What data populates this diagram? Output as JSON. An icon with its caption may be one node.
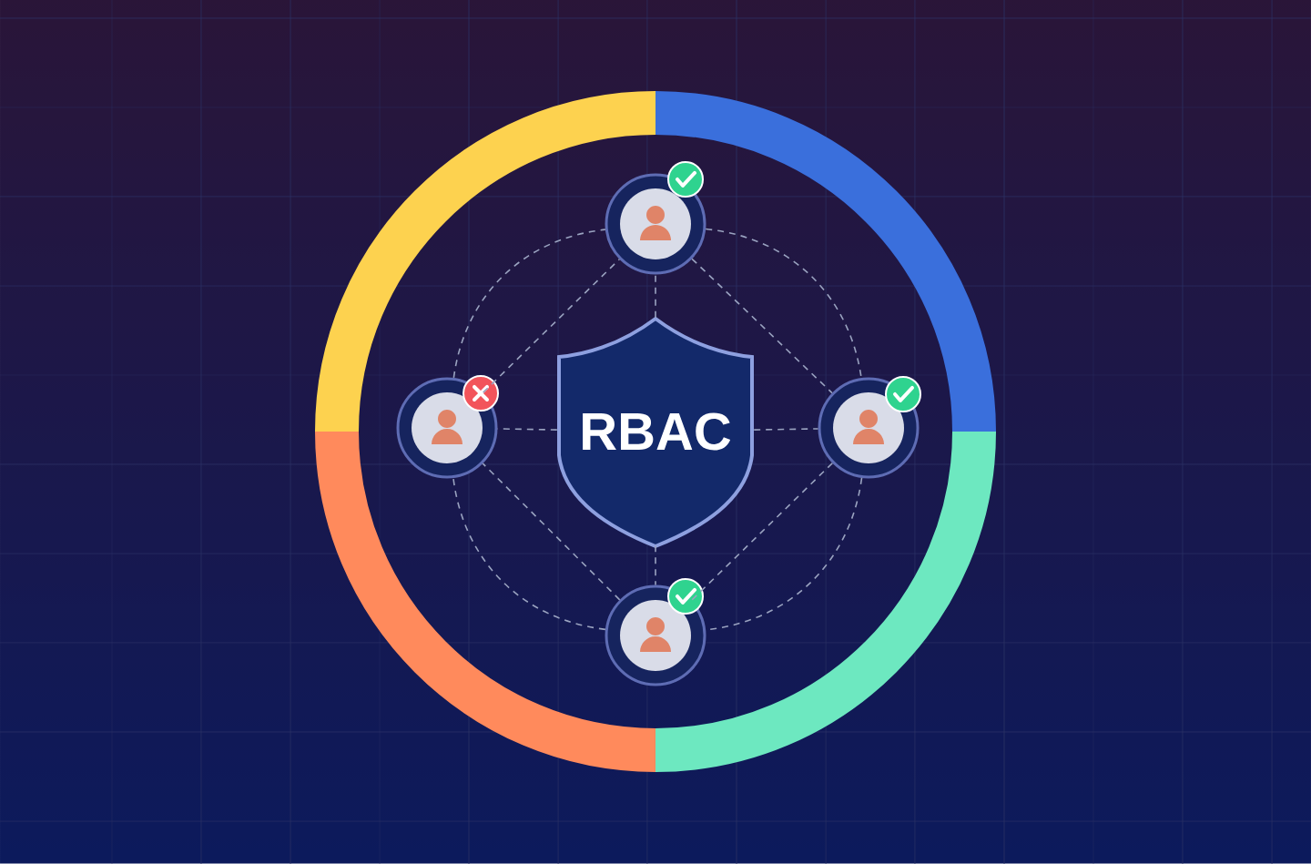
{
  "diagram": {
    "nodes": [
      {
        "text": [
          "RBAC"
        ]
      },
      {
        "text": [],
        "shape": "circle"
      },
      {
        "text": [],
        "shape": "circle"
      },
      {
        "text": [],
        "shape": "circle"
      },
      {
        "text": [],
        "shape": "circle"
      }
    ],
    "edges": [
      {
        "from": 0,
        "to": 1,
        "arrow": "none",
        "style": "dashed"
      },
      {
        "from": 0,
        "to": 2,
        "arrow": "none",
        "style": "dashed"
      },
      {
        "from": 0,
        "to": 3,
        "arrow": "none",
        "style": "dashed"
      },
      {
        "from": 0,
        "to": 4,
        "arrow": "none",
        "style": "dashed"
      },
      {
        "from": 1,
        "to": 3,
        "arrow": "none",
        "style": "dashed"
      },
      {
        "from": 3,
        "to": 4,
        "arrow": "none",
        "style": "dashed"
      },
      {
        "from": 4,
        "to": 2,
        "arrow": "none",
        "style": "dashed"
      },
      {
        "from": 2,
        "to": 1,
        "arrow": "none",
        "style": "dashed"
      },
      {
        "from": 1,
        "to": 3,
        "arrow": "none",
        "style": "dashed"
      },
      {
        "from": 3,
        "to": 4,
        "arrow": "none",
        "style": "dashed"
      },
      {
        "from": 4,
        "to": 2,
        "arrow": "none",
        "style": "dashed"
      },
      {
        "from": 2,
        "to": 1,
        "arrow": "none",
        "style": "dashed"
      }
    ]
  }
}
